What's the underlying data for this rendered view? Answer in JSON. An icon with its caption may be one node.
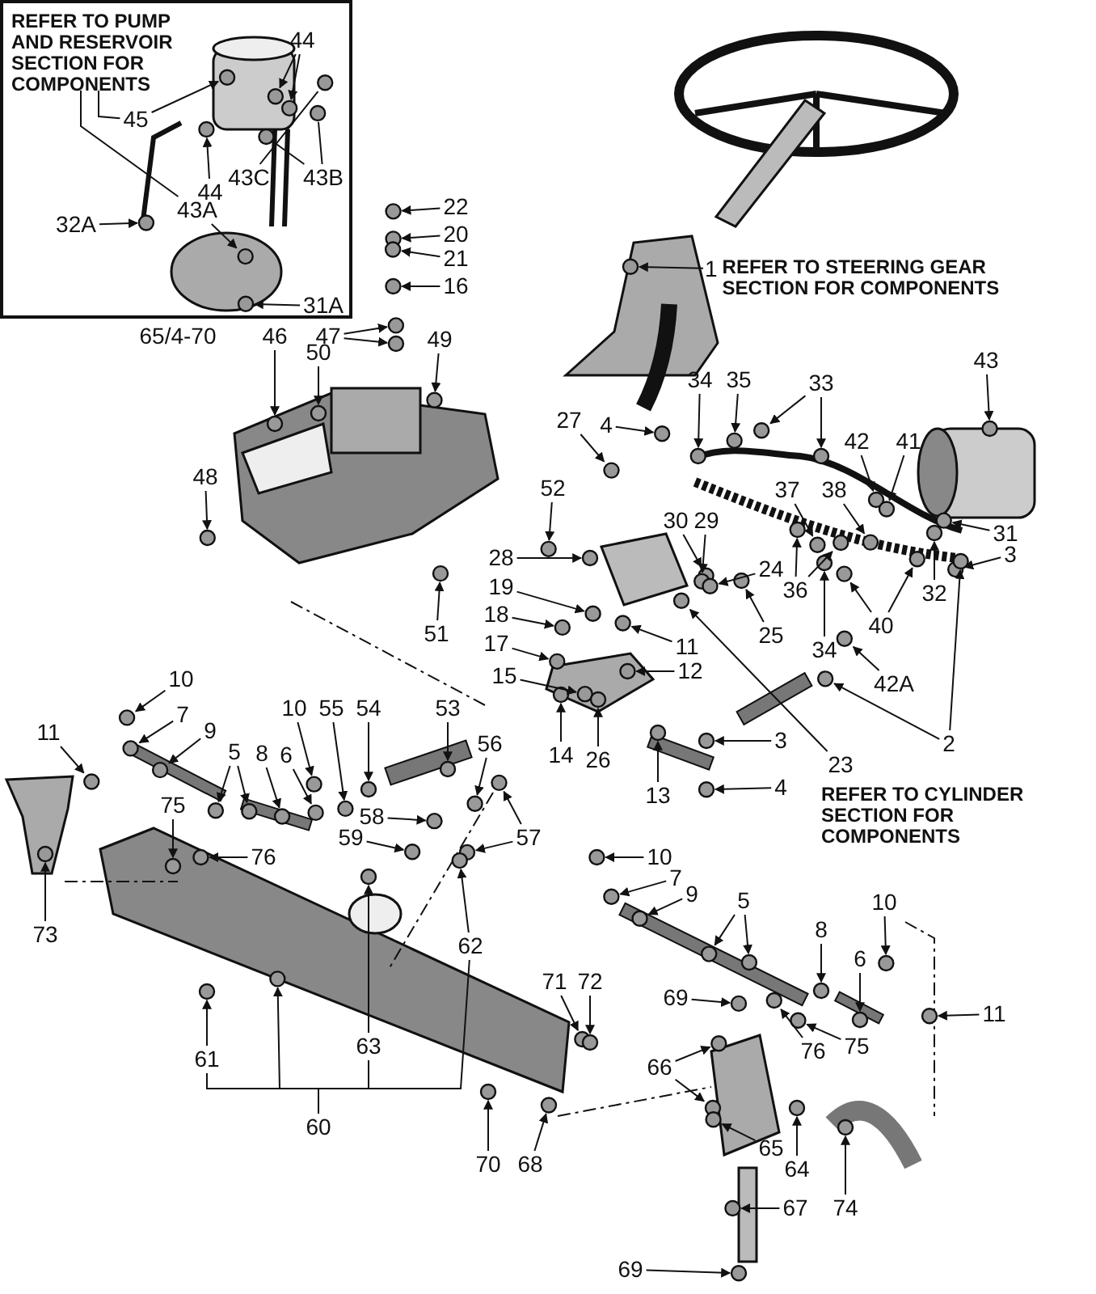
{
  "diagram": {
    "nodes": [
      {
        "text": [],
        "shape": "box"
      },
      {
        "text": [
          "REFER TO PUMP AND RESERVOIR SECTION FOR COMPONENTS"
        ],
        "in": 0
      },
      {
        "text": [
          "45"
        ],
        "in": 0
      },
      {
        "text": [
          "44"
        ],
        "in": 0
      },
      {
        "text": [
          "44"
        ],
        "in": 0
      },
      {
        "text": [
          "43C"
        ],
        "in": 0
      },
      {
        "text": [
          "43B"
        ],
        "in": 0
      },
      {
        "text": [
          "43A"
        ],
        "in": 0
      },
      {
        "text": [
          "32A"
        ],
        "in": 0
      },
      {
        "text": [
          "31A"
        ],
        "in": 0
      },
      {
        "text": [
          "22"
        ]
      },
      {
        "text": [
          "20"
        ]
      },
      {
        "text": [
          "21"
        ]
      },
      {
        "text": [
          "16"
        ]
      },
      {
        "text": [
          "47"
        ]
      },
      {
        "text": [
          "46"
        ]
      },
      {
        "text": [
          "50"
        ]
      },
      {
        "text": [
          "49"
        ]
      },
      {
        "text": [
          "48"
        ]
      },
      {
        "text": [
          "51"
        ]
      },
      {
        "text": [
          "1"
        ],
        "beside": [
          "REFER TO STEERING GEAR SECTION FOR COMPONENTS"
        ]
      },
      {
        "text": [
          "4"
        ]
      },
      {
        "text": [
          "34"
        ]
      },
      {
        "text": [
          "35"
        ]
      },
      {
        "text": [
          "33"
        ]
      },
      {
        "text": [
          "43"
        ]
      },
      {
        "text": [
          "42"
        ]
      },
      {
        "text": [
          "41"
        ]
      },
      {
        "text": [
          "38"
        ]
      },
      {
        "text": [
          "37"
        ]
      },
      {
        "text": [
          "31"
        ]
      },
      {
        "text": [
          "27"
        ]
      },
      {
        "text": [
          "52"
        ]
      },
      {
        "text": [
          "30"
        ]
      },
      {
        "text": [
          "29"
        ]
      },
      {
        "text": [
          "28"
        ]
      },
      {
        "text": [
          "24"
        ]
      },
      {
        "text": [
          "36"
        ]
      },
      {
        "text": [
          "32"
        ]
      },
      {
        "text": [
          "3"
        ]
      },
      {
        "text": [
          "19"
        ]
      },
      {
        "text": [
          "18"
        ]
      },
      {
        "text": [
          "17"
        ]
      },
      {
        "text": [
          "11"
        ]
      },
      {
        "text": [
          "12"
        ]
      },
      {
        "text": [
          "15"
        ]
      },
      {
        "text": [
          "25"
        ]
      },
      {
        "text": [
          "34"
        ]
      },
      {
        "text": [
          "40"
        ]
      },
      {
        "text": [
          "42A"
        ]
      },
      {
        "text": [
          "23"
        ]
      },
      {
        "text": [
          "2"
        ]
      },
      {
        "text": [
          "14"
        ]
      },
      {
        "text": [
          "26"
        ]
      },
      {
        "text": [
          "13"
        ]
      },
      {
        "text": [
          "3"
        ]
      },
      {
        "text": [
          "4"
        ]
      },
      {
        "text": [
          "10"
        ]
      },
      {
        "text": [
          "7"
        ]
      },
      {
        "text": [
          "9"
        ]
      },
      {
        "text": [
          "11"
        ]
      },
      {
        "text": [
          "5"
        ]
      },
      {
        "text": [
          "8"
        ]
      },
      {
        "text": [
          "6"
        ]
      },
      {
        "text": [
          "10"
        ]
      },
      {
        "text": [
          "55"
        ]
      },
      {
        "text": [
          "54"
        ]
      },
      {
        "text": [
          "53"
        ]
      },
      {
        "text": [
          "56"
        ]
      },
      {
        "text": [
          "57"
        ]
      },
      {
        "text": [
          "58"
        ]
      },
      {
        "text": [
          "59"
        ]
      },
      {
        "text": [
          "75"
        ]
      },
      {
        "text": [
          "76"
        ]
      },
      {
        "text": [
          "73"
        ]
      },
      {
        "text": [
          "61"
        ]
      },
      {
        "text": [
          "60"
        ]
      },
      {
        "text": [
          "62"
        ]
      },
      {
        "text": [
          "63"
        ]
      },
      {
        "text": [
          "71"
        ]
      },
      {
        "text": [
          "72"
        ]
      },
      {
        "text": [
          "70"
        ]
      },
      {
        "text": [
          "68"
        ]
      },
      {
        "text": [
          "10"
        ]
      },
      {
        "text": [
          "7"
        ]
      },
      {
        "text": [
          "9"
        ]
      },
      {
        "text": [
          "5"
        ]
      },
      {
        "text": [
          "8"
        ]
      },
      {
        "text": [
          "6"
        ]
      },
      {
        "text": [
          "10"
        ]
      },
      {
        "text": [
          "11"
        ]
      },
      {
        "text": [
          "69"
        ]
      },
      {
        "text": [
          "76"
        ]
      },
      {
        "text": [
          "75"
        ]
      },
      {
        "text": [
          "66"
        ]
      },
      {
        "text": [
          "65"
        ]
      },
      {
        "text": [
          "64"
        ]
      },
      {
        "text": [
          "74"
        ]
      },
      {
        "text": [
          "67"
        ]
      },
      {
        "text": [
          "69"
        ]
      },
      {
        "text": [],
        "shape": "circle",
        "in": 0
      },
      {
        "text": [],
        "shape": "circle",
        "in": 0
      },
      {
        "text": [],
        "shape": "circle",
        "in": 0
      },
      {
        "text": [],
        "shape": "circle",
        "in": 0
      },
      {
        "text": [],
        "shape": "circle",
        "in": 0
      },
      {
        "text": [],
        "shape": "circle",
        "in": 0
      },
      {
        "text": [],
        "shape": "circle",
        "in": 0
      },
      {
        "text": [],
        "shape": "circle",
        "in": 0
      },
      {
        "text": [],
        "shape": "circle",
        "in": 0
      },
      {
        "text": [],
        "shape": "circle",
        "in": 0
      },
      {
        "text": [],
        "shape": "circle"
      },
      {
        "text": [],
        "shape": "circle"
      },
      {
        "text": [],
        "shape": "circle"
      },
      {
        "text": [],
        "shape": "circle"
      },
      {
        "text": [],
        "shape": "circle"
      },
      {
        "text": [],
        "shape": "circle"
      },
      {
        "text": [],
        "shape": "circle"
      },
      {
        "text": [],
        "shape": "circle"
      },
      {
        "text": [],
        "shape": "circle"
      },
      {
        "text": [],
        "shape": "circle"
      },
      {
        "text": [],
        "shape": "circle"
      },
      {
        "text": [],
        "shape": "circle"
      },
      {
        "text": [],
        "shape": "circle"
      },
      {
        "text": [],
        "shape": "circle"
      },
      {
        "text": [],
        "shape": "circle"
      },
      {
        "text": [],
        "shape": "circle"
      },
      {
        "text": [],
        "shape": "circle"
      },
      {
        "text": [],
        "shape": "circle"
      },
      {
        "text": [],
        "shape": "circle"
      },
      {
        "text": [],
        "shape": "circle"
      },
      {
        "text": [],
        "shape": "circle"
      },
      {
        "text": [],
        "shape": "circle"
      },
      {
        "text": [],
        "shape": "circle"
      },
      {
        "text": [],
        "shape": "circle"
      },
      {
        "text": [],
        "shape": "circle"
      },
      {
        "text": [],
        "shape": "circle"
      },
      {
        "text": [],
        "shape": "circle"
      },
      {
        "text": [],
        "shape": "circle"
      },
      {
        "text": [],
        "shape": "circle"
      },
      {
        "text": [],
        "shape": "circle"
      },
      {
        "text": [],
        "shape": "circle"
      },
      {
        "text": [],
        "shape": "circle"
      },
      {
        "text": [],
        "shape": "circle"
      },
      {
        "text": [],
        "shape": "circle"
      },
      {
        "text": [],
        "shape": "circle"
      },
      {
        "text": [],
        "shape": "circle"
      },
      {
        "text": [],
        "shape": "circle"
      },
      {
        "text": [],
        "shape": "circle"
      },
      {
        "text": [],
        "shape": "circle"
      },
      {
        "text": [],
        "shape": "circle"
      },
      {
        "text": [],
        "shape": "circle"
      },
      {
        "text": [],
        "shape": "circle"
      },
      {
        "text": [],
        "shape": "circle"
      },
      {
        "text": [],
        "shape": "circle"
      },
      {
        "text": [],
        "shape": "circle"
      },
      {
        "text": [],
        "shape": "circle"
      },
      {
        "text": [],
        "shape": "circle"
      },
      {
        "text": [],
        "shape": "circle"
      },
      {
        "text": [],
        "shape": "circle"
      },
      {
        "text": [],
        "shape": "circle"
      },
      {
        "text": [],
        "shape": "circle"
      },
      {
        "text": [],
        "shape": "circle"
      },
      {
        "text": [],
        "shape": "circle"
      },
      {
        "text": [],
        "shape": "circle"
      },
      {
        "text": [],
        "shape": "circle"
      },
      {
        "text": [],
        "shape": "circle"
      },
      {
        "text": [],
        "shape": "circle"
      },
      {
        "text": [],
        "shape": "circle"
      },
      {
        "text": [],
        "shape": "circle"
      },
      {
        "text": [],
        "shape": "circle"
      },
      {
        "text": [],
        "shape": "circle"
      },
      {
        "text": [],
        "shape": "circle"
      },
      {
        "text": [],
        "shape": "circle"
      },
      {
        "text": [],
        "shape": "circle"
      },
      {
        "text": [],
        "shape": "circle"
      },
      {
        "text": [],
        "shape": "circle"
      },
      {
        "text": [],
        "shape": "circle"
      },
      {
        "text": [],
        "shape": "circle"
      },
      {
        "text": [],
        "shape": "circle"
      },
      {
        "text": [],
        "shape": "circle"
      },
      {
        "text": [],
        "shape": "circle"
      },
      {
        "text": [],
        "shape": "circle"
      },
      {
        "text": [],
        "shape": "circle"
      },
      {
        "text": [],
        "shape": "circle"
      },
      {
        "text": [],
        "shape": "circle"
      },
      {
        "text": [],
        "shape": "circle"
      },
      {
        "text": [],
        "shape": "circle"
      },
      {
        "text": [],
        "shape": "circle"
      },
      {
        "text": [],
        "shape": "circle"
      },
      {
        "text": [],
        "shape": "circle"
      },
      {
        "text": [],
        "shape": "circle"
      },
      {
        "text": [],
        "shape": "circle"
      },
      {
        "text": [],
        "shape": "circle"
      },
      {
        "text": [],
        "shape": "circle"
      },
      {
        "text": [],
        "shape": "circle"
      },
      {
        "text": [],
        "shape": "circle"
      },
      {
        "text": [],
        "shape": "circle"
      },
      {
        "text": [],
        "shape": "circle"
      },
      {
        "text": [],
        "shape": "circle"
      },
      {
        "text": [],
        "shape": "circle"
      },
      {
        "text": [],
        "shape": "circle"
      },
      {
        "text": [],
        "shape": "circle"
      },
      {
        "text": [],
        "shape": "circle"
      },
      {
        "text": [],
        "shape": "circle"
      },
      {
        "text": [],
        "shape": "circle"
      },
      {
        "text": [],
        "shape": "circle"
      },
      {
        "text": [],
        "shape": "circle"
      },
      {
        "text": [],
        "shape": "circle"
      },
      {
        "text": [],
        "shape": "circle"
      }
    ],
    "edges": [
      {
        "from": 1,
        "to": 2,
        "arrow": "none"
      },
      {
        "from": 1,
        "to": 7,
        "arrow": "none"
      },
      {
        "from": 2,
        "to": 100,
        "arrow": "to"
      },
      {
        "from": 3,
        "to": 101,
        "arrow": "to"
      },
      {
        "from": 3,
        "to": 102,
        "arrow": "to"
      },
      {
        "from": 4,
        "to": 103,
        "arrow": "to"
      },
      {
        "from": 5,
        "to": 104,
        "arrow": "none"
      },
      {
        "from": 6,
        "to": 105,
        "arrow": "none"
      },
      {
        "from": 6,
        "to": 106,
        "arrow": "none"
      },
      {
        "from": 7,
        "to": 107,
        "arrow": "to"
      },
      {
        "from": 8,
        "to": 108,
        "arrow": "to"
      },
      {
        "from": 9,
        "to": 109,
        "arrow": "to"
      },
      {
        "from": 10,
        "to": 110,
        "arrow": "to"
      },
      {
        "from": 11,
        "to": 111,
        "arrow": "to"
      },
      {
        "from": 12,
        "to": 112,
        "arrow": "to"
      },
      {
        "from": 13,
        "to": 113,
        "arrow": "to"
      },
      {
        "from": 14,
        "to": 114,
        "arrow": "to"
      },
      {
        "from": 14,
        "to": 115,
        "arrow": "to"
      },
      {
        "from": 15,
        "to": 116,
        "arrow": "to"
      },
      {
        "from": 16,
        "to": 117,
        "arrow": "to"
      },
      {
        "from": 17,
        "to": 118,
        "arrow": "to"
      },
      {
        "from": 18,
        "to": 119,
        "arrow": "to"
      },
      {
        "from": 19,
        "to": 120,
        "arrow": "to"
      },
      {
        "from": 20,
        "to": 121,
        "arrow": "to"
      },
      {
        "from": 21,
        "to": 122,
        "arrow": "to"
      },
      {
        "from": 22,
        "to": 123,
        "arrow": "to"
      },
      {
        "from": 23,
        "to": 124,
        "arrow": "to"
      },
      {
        "from": 24,
        "to": 125,
        "arrow": "to"
      },
      {
        "from": 24,
        "to": 126,
        "arrow": "to"
      },
      {
        "from": 25,
        "to": 127,
        "arrow": "to"
      },
      {
        "from": 26,
        "to": 128,
        "arrow": "to"
      },
      {
        "from": 27,
        "to": 129,
        "arrow": "to"
      },
      {
        "from": 28,
        "to": 130,
        "arrow": "to"
      },
      {
        "from": 29,
        "to": 131,
        "arrow": "to"
      },
      {
        "from": 30,
        "to": 132,
        "arrow": "to"
      },
      {
        "from": 31,
        "to": 133,
        "arrow": "to"
      },
      {
        "from": 32,
        "to": 134,
        "arrow": "to"
      },
      {
        "from": 33,
        "to": 135,
        "arrow": "to"
      },
      {
        "from": 34,
        "to": 136,
        "arrow": "to"
      },
      {
        "from": 35,
        "to": 137,
        "arrow": "to"
      },
      {
        "from": 36,
        "to": 138,
        "arrow": "to"
      },
      {
        "from": 37,
        "to": 139,
        "arrow": "to"
      },
      {
        "from": 37,
        "to": 140,
        "arrow": "to"
      },
      {
        "from": 38,
        "to": 141,
        "arrow": "to"
      },
      {
        "from": 39,
        "to": 142,
        "arrow": "to"
      },
      {
        "from": 40,
        "to": 143,
        "arrow": "to"
      },
      {
        "from": 41,
        "to": 144,
        "arrow": "to"
      },
      {
        "from": 42,
        "to": 145,
        "arrow": "to"
      },
      {
        "from": 43,
        "to": 146,
        "arrow": "to"
      },
      {
        "from": 44,
        "to": 147,
        "arrow": "to"
      },
      {
        "from": 45,
        "to": 148,
        "arrow": "to"
      },
      {
        "from": 46,
        "to": 149,
        "arrow": "to"
      },
      {
        "from": 47,
        "to": 150,
        "arrow": "to"
      },
      {
        "from": 48,
        "to": 151,
        "arrow": "to"
      },
      {
        "from": 48,
        "to": 152,
        "arrow": "to"
      },
      {
        "from": 49,
        "to": 153,
        "arrow": "to"
      },
      {
        "from": 50,
        "to": 154,
        "arrow": "to"
      },
      {
        "from": 51,
        "to": 155,
        "arrow": "to"
      },
      {
        "from": 51,
        "to": 156,
        "arrow": "to"
      },
      {
        "from": 52,
        "to": 157,
        "arrow": "to"
      },
      {
        "from": 53,
        "to": 158,
        "arrow": "to"
      },
      {
        "from": 54,
        "to": 159,
        "arrow": "to"
      },
      {
        "from": 55,
        "to": 160,
        "arrow": "to"
      },
      {
        "from": 56,
        "to": 161,
        "arrow": "to"
      },
      {
        "from": 57,
        "to": 162,
        "arrow": "to"
      },
      {
        "from": 58,
        "to": 163,
        "arrow": "to"
      },
      {
        "from": 59,
        "to": 164,
        "arrow": "to"
      },
      {
        "from": 60,
        "to": 165,
        "arrow": "to"
      },
      {
        "from": 61,
        "to": 166,
        "arrow": "to"
      },
      {
        "from": 61,
        "to": 167,
        "arrow": "to"
      },
      {
        "from": 62,
        "to": 168,
        "arrow": "to"
      },
      {
        "from": 63,
        "to": 169,
        "arrow": "to"
      },
      {
        "from": 64,
        "to": 170,
        "arrow": "to"
      },
      {
        "from": 65,
        "to": 171,
        "arrow": "to"
      },
      {
        "from": 66,
        "to": 172,
        "arrow": "to"
      },
      {
        "from": 67,
        "to": 173,
        "arrow": "to"
      },
      {
        "from": 68,
        "to": 174,
        "arrow": "to"
      },
      {
        "from": 69,
        "to": 175,
        "arrow": "to"
      },
      {
        "from": 69,
        "to": 176,
        "arrow": "to"
      },
      {
        "from": 70,
        "to": 177,
        "arrow": "to"
      },
      {
        "from": 71,
        "to": 178,
        "arrow": "to"
      },
      {
        "from": 72,
        "to": 179,
        "arrow": "to"
      },
      {
        "from": 73,
        "to": 180,
        "arrow": "to"
      },
      {
        "from": 74,
        "to": 181,
        "arrow": "to"
      },
      {
        "from": 75,
        "to": 182,
        "arrow": "to"
      },
      {
        "from": 76,
        "to": 75,
        "arrow": "none"
      },
      {
        "from": 76,
        "to": 183,
        "arrow": "to"
      },
      {
        "from": 76,
        "to": 78,
        "arrow": "none"
      },
      {
        "from": 76,
        "to": 77,
        "arrow": "none"
      },
      {
        "from": 77,
        "to": 184,
        "arrow": "to"
      },
      {
        "from": 78,
        "to": 185,
        "arrow": "to"
      },
      {
        "from": 79,
        "to": 186,
        "arrow": "to"
      },
      {
        "from": 80,
        "to": 187,
        "arrow": "to"
      },
      {
        "from": 81,
        "to": 188,
        "arrow": "to"
      },
      {
        "from": 82,
        "to": 189,
        "arrow": "to"
      },
      {
        "from": 83,
        "to": 190,
        "arrow": "to"
      },
      {
        "from": 84,
        "to": 191,
        "arrow": "to"
      },
      {
        "from": 85,
        "to": 192,
        "arrow": "to"
      },
      {
        "from": 86,
        "to": 193,
        "arrow": "to"
      },
      {
        "from": 86,
        "to": 194,
        "arrow": "to"
      },
      {
        "from": 87,
        "to": 195,
        "arrow": "to"
      },
      {
        "from": 88,
        "to": 196,
        "arrow": "to"
      },
      {
        "from": 89,
        "to": 197,
        "arrow": "to"
      },
      {
        "from": 90,
        "to": 198,
        "arrow": "to"
      },
      {
        "from": 91,
        "to": 199,
        "arrow": "to"
      },
      {
        "from": 92,
        "to": 200,
        "arrow": "to"
      },
      {
        "from": 93,
        "to": 201,
        "arrow": "to"
      },
      {
        "from": 94,
        "to": 202,
        "arrow": "to"
      },
      {
        "from": 94,
        "to": 203,
        "arrow": "to"
      },
      {
        "from": 95,
        "to": 204,
        "arrow": "to"
      },
      {
        "from": 96,
        "to": 205,
        "arrow": "to"
      },
      {
        "from": 97,
        "to": 206,
        "arrow": "to"
      },
      {
        "from": 98,
        "to": 207,
        "arrow": "to"
      },
      {
        "from": 99,
        "to": 208,
        "arrow": "to"
      }
    ],
    "labels": [
      "65/4-70",
      "REFER TO CYLINDER SECTION FOR COMPONENTS"
    ]
  }
}
